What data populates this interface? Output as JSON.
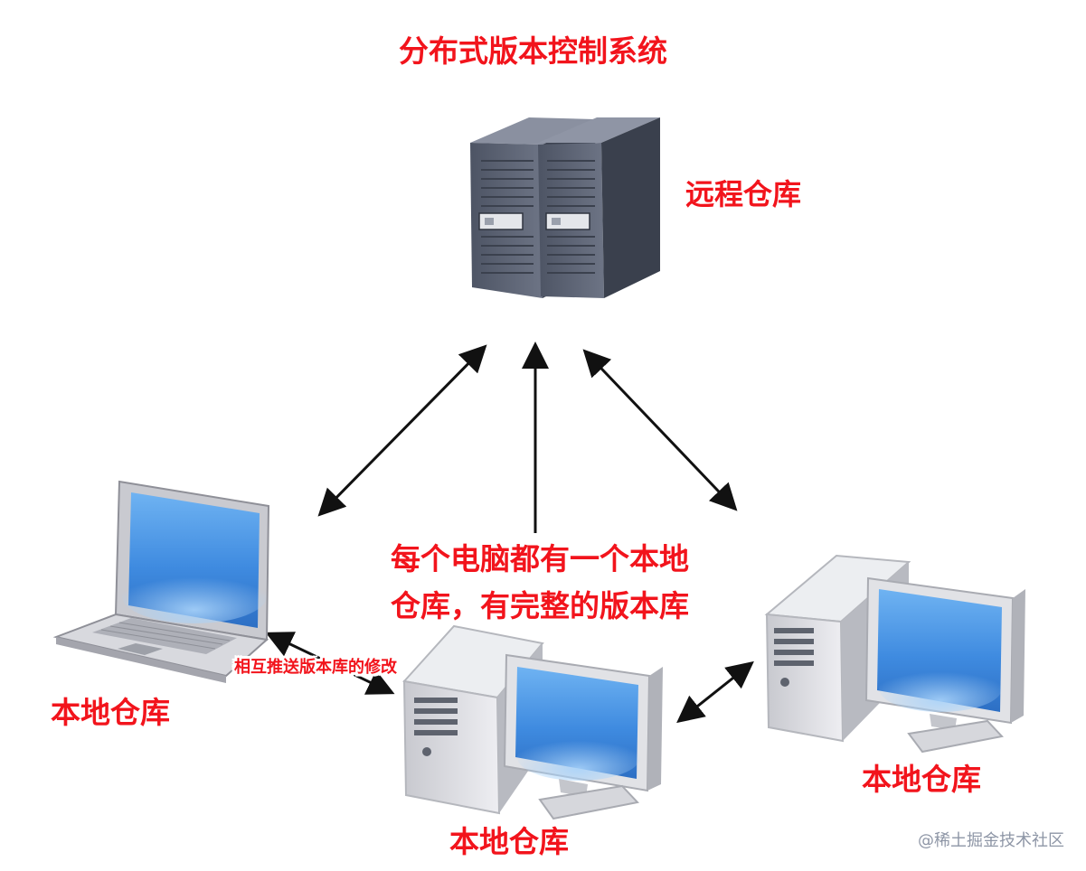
{
  "title": "分布式版本控制系统",
  "remote_label": "远程仓库",
  "note_lines": [
    "每个电脑都有一个本地",
    "仓库，有完整的版本库"
  ],
  "local_labels": {
    "laptop": "本地仓库",
    "center": "本地仓库",
    "right": "本地仓库"
  },
  "push_note": "相互推送版本库的修改",
  "watermark": "@稀土掘金技术社区",
  "colors": {
    "label_red": "#f2141c",
    "screen_blue": "#3f8be0",
    "case_gray": "#d9dadf",
    "server_slate": "#5d6474",
    "arrow": "#111111"
  },
  "icons": [
    "server-icon",
    "laptop-icon",
    "desktop-icon"
  ]
}
